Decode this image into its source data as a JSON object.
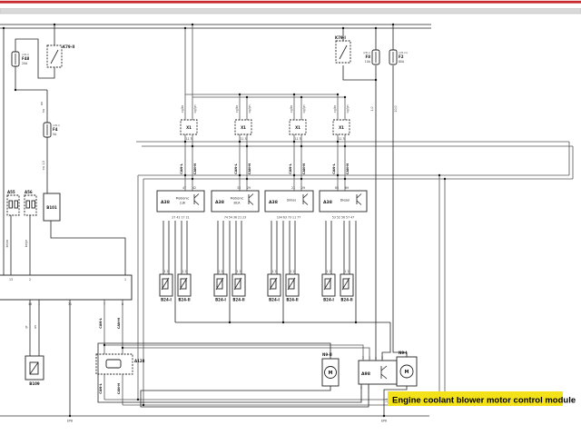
{
  "note": {
    "text": "Engine coolant blower motor control module",
    "bg": "#f3e11a"
  },
  "chrome": {
    "top_line_color": "#c5292b",
    "bar_color": "#d9d9d9"
  },
  "components": {
    "k79ii": "K79-II",
    "k79i": "K79-I",
    "f48": {
      "ref": "(2B-I)",
      "id": "F48",
      "amp": "20A"
    },
    "f4": {
      "ref": "(2B-I)",
      "id": "F4",
      "amp": "5A"
    },
    "f8": {
      "ref": "(2B-I)",
      "id": "F8",
      "amp": "10A"
    },
    "f2": {
      "ref": "(2B-IV)",
      "id": "F2",
      "amp": "80A"
    },
    "a55": "A55",
    "a56": "A56",
    "b101": "B101",
    "b109": "B109",
    "a128": "A128",
    "a98": "A98",
    "n9i": "N9-I",
    "n9ii": "N9-II",
    "b24i": "B24-I",
    "b24ii": "B24-II",
    "x1": "X1",
    "a38": "A38",
    "m": "M"
  },
  "modules": [
    {
      "l1": "Motronic",
      "l2": "2,8l",
      "t1": "47",
      "t2": "42",
      "row": "27  42  17  21"
    },
    {
      "l1": "Motronic",
      "l2": "BCA",
      "t1": "33",
      "t2": "29",
      "row": "74  54  36  21  23"
    },
    {
      "l1": "Simos",
      "l2": "",
      "t1": "21",
      "t2": "29",
      "row": "104  63  73  11  77"
    },
    {
      "l1": "Diesel",
      "l2": "",
      "t1": "65",
      "t2": "69",
      "row": "53  52  56  57  47"
    }
  ],
  "can": {
    "l": "CAN-L",
    "h": "CAN-H",
    "wl": "og/br",
    "wh": "og/gn"
  },
  "wires": {
    "ws": "ws",
    "sw": "sw",
    "sw2": "sw 1,0",
    "brws": "br/ws",
    "brge": "br/ge",
    "gr": "gr",
    "ws2": "ws",
    "g1": "1,0",
    "g2": "10,0",
    "g3": "2,5"
  },
  "pins": {
    "x1": "11   3",
    "s": "1  2",
    "ecu_t": [
      "13",
      "2",
      "1"
    ],
    "ecu_b": [
      "18",
      "1",
      "31",
      "7",
      "8"
    ],
    "a98_t": [
      "2",
      "1",
      "4",
      "3"
    ],
    "a98_b": [
      "2",
      "1"
    ]
  },
  "grounds": {
    "l": "EP8",
    "r": "EP6"
  }
}
